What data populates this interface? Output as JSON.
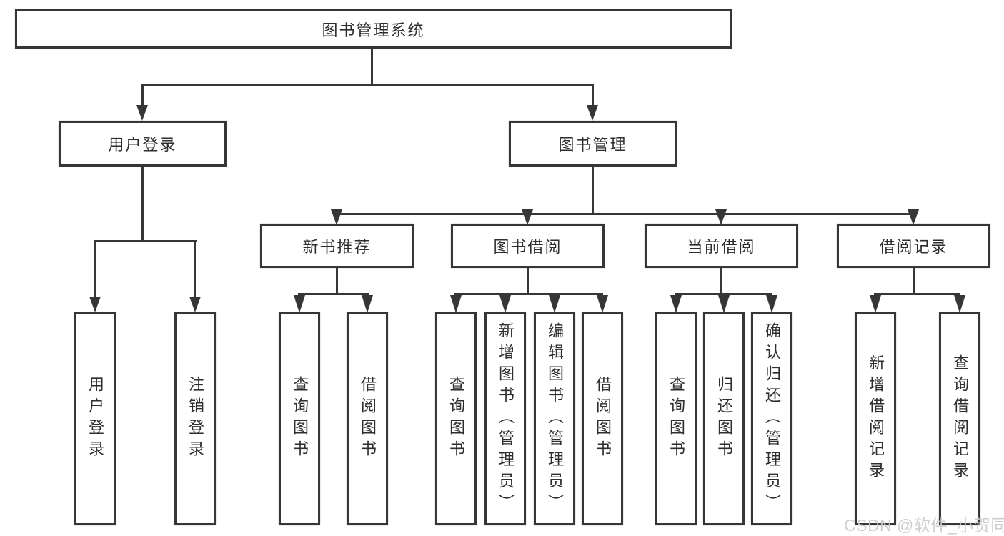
{
  "diagram": {
    "tree": {
      "label": "图书管理系统",
      "children": [
        {
          "label": "用户登录",
          "children": [
            {
              "label": "用户登录"
            },
            {
              "label": "注销登录"
            }
          ]
        },
        {
          "label": "图书管理",
          "children": [
            {
              "label": "新书推荐",
              "children": [
                {
                  "label": "查询图书"
                },
                {
                  "label": "借阅图书"
                }
              ]
            },
            {
              "label": "图书借阅",
              "children": [
                {
                  "label": "查询图书"
                },
                {
                  "label": "新增图书（管理员）"
                },
                {
                  "label": "编辑图书（管理员）"
                },
                {
                  "label": "借阅图书"
                }
              ]
            },
            {
              "label": "当前借阅",
              "children": [
                {
                  "label": "查询图书"
                },
                {
                  "label": "归还图书"
                },
                {
                  "label": "确认归还（管理员）"
                }
              ]
            },
            {
              "label": "借阅记录",
              "children": [
                {
                  "label": "新增借阅记录"
                },
                {
                  "label": "查询借阅记录"
                }
              ]
            }
          ]
        }
      ]
    },
    "colors": {
      "line": "#363636",
      "text": "#2e2e2e",
      "background": "#ffffff",
      "watermark_text": "#c9c9c9"
    }
  },
  "watermark": {
    "text": "CSDN @软件_小贺同学"
  }
}
